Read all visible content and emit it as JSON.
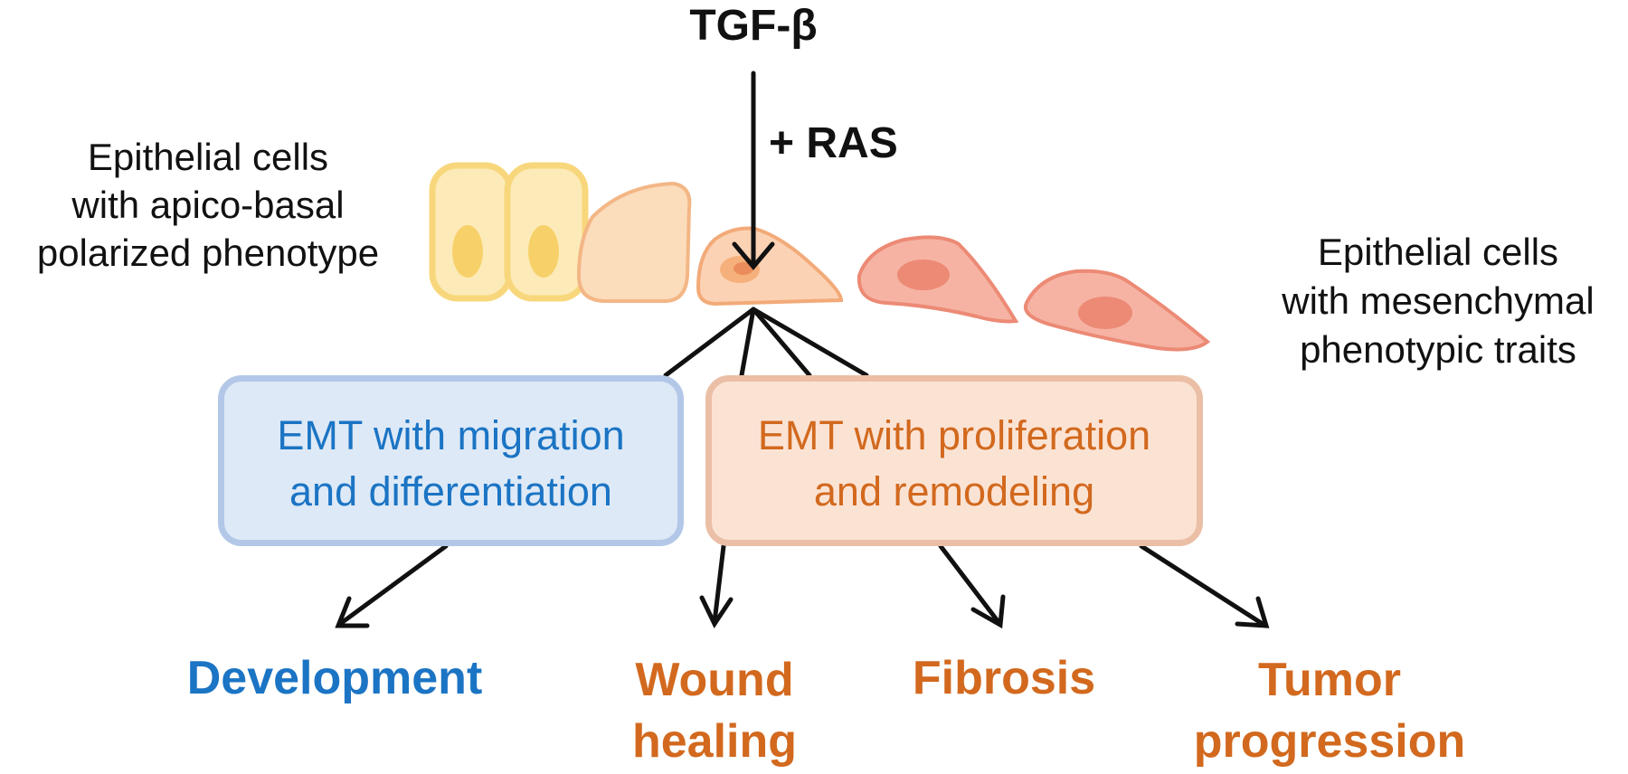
{
  "signal": {
    "tgf": "TGF-β",
    "ras": "+ RAS"
  },
  "left_caption": [
    "Epithelial cells",
    "with apico-basal",
    "polarized phenotype"
  ],
  "right_caption": [
    "Epithelial cells",
    "with mesenchymal",
    "phenotypic traits"
  ],
  "boxes": {
    "blue": {
      "line1": "EMT with migration",
      "line2": "and differentiation",
      "color": "#1b74c4",
      "fill": "#dde9f6",
      "border": "#b3c8e8"
    },
    "orange": {
      "line1": "EMT with proliferation",
      "line2": "and remodeling",
      "color": "#d2691e",
      "fill": "#fbe3d4",
      "border": "#ebbfa6"
    }
  },
  "outcomes": {
    "development": "Development",
    "wound": [
      "Wound",
      "healing"
    ],
    "fibrosis": "Fibrosis",
    "tumor": [
      "Tumor",
      "progression"
    ]
  }
}
